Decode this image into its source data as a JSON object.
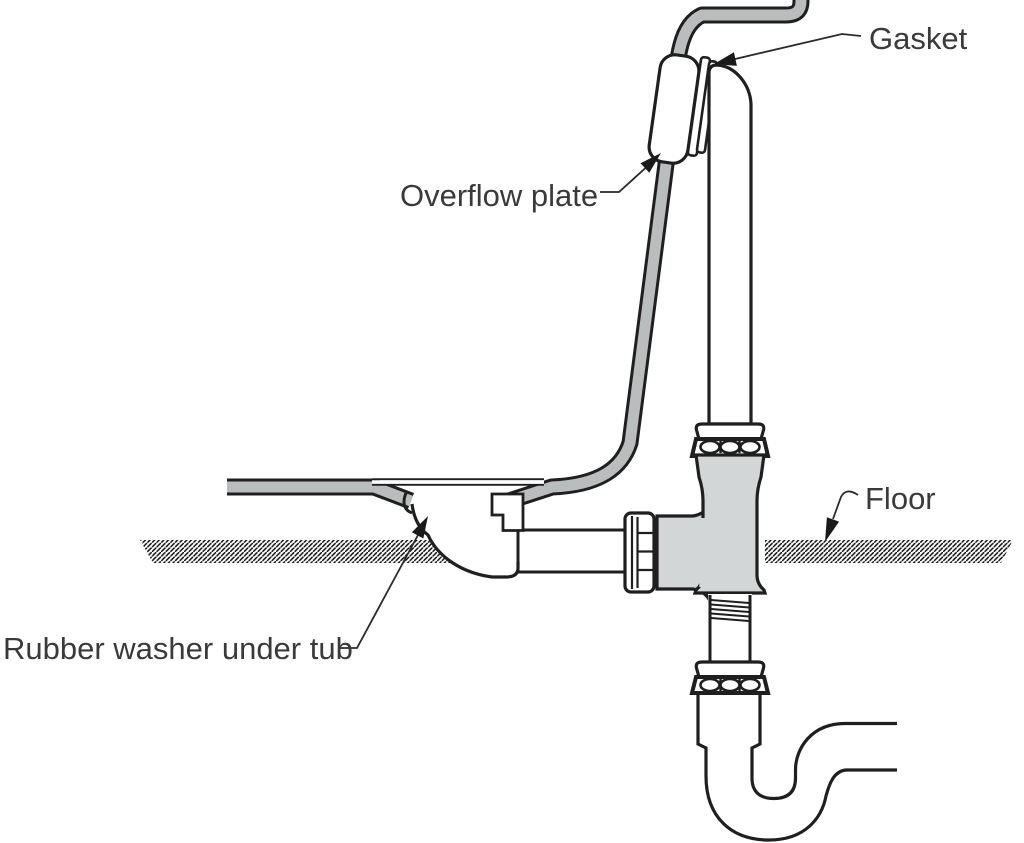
{
  "diagram": {
    "labels": {
      "gasket": {
        "text": "Gasket"
      },
      "overflow_plate": {
        "text": "Overflow plate"
      },
      "floor": {
        "text": "Floor"
      },
      "rubber_washer": {
        "text": "Rubber washer under tub"
      }
    },
    "colors": {
      "background": "#ffffff",
      "line": "#1f1f1f",
      "tub_gray": "#b9bdbd",
      "fitting_gray": "#d3d6d6",
      "label_text": "#3a3a3a",
      "hatch": "#111111"
    }
  }
}
